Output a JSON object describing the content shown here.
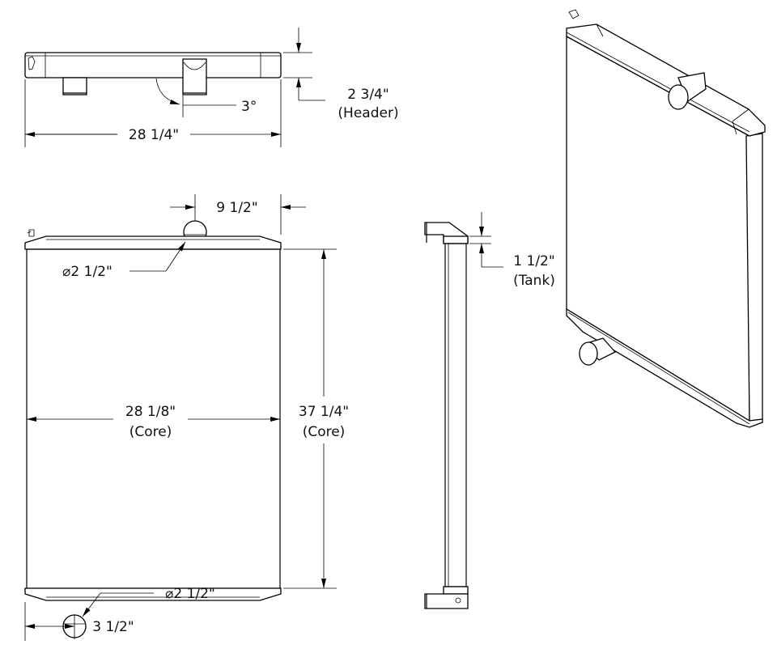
{
  "top_view": {
    "width_label": "28 1/4\"",
    "header_label": "2 3/4\"",
    "header_caption": "(Header)",
    "angle_label": "3°"
  },
  "front_view": {
    "outlet_offset_label": "9 1/2\"",
    "top_diameter_label": "⌀2 1/2\"",
    "core_width_label": "28 1/8\"",
    "core_width_caption": "(Core)",
    "core_height_label": "37 1/4\"",
    "core_height_caption": "(Core)",
    "bottom_diameter_label": "⌀2 1/2\"",
    "inlet_offset_label": "3 1/2\""
  },
  "side_view": {
    "tank_label": "1 1/2\"",
    "tank_caption": "(Tank)"
  },
  "colors": {
    "line": "#000000",
    "background": "#ffffff"
  }
}
